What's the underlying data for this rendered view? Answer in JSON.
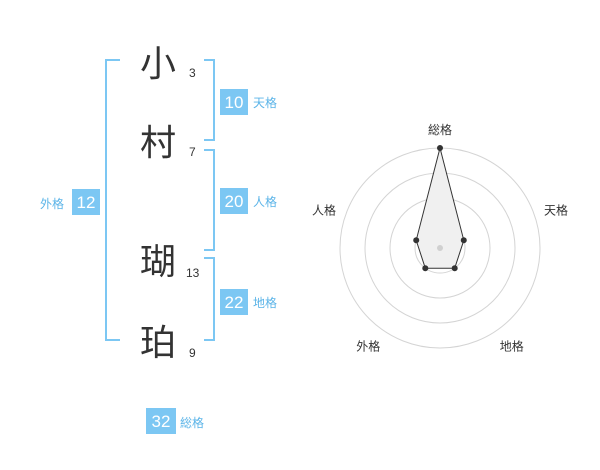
{
  "name": {
    "characters": [
      {
        "char": "小",
        "strokes": "3"
      },
      {
        "char": "村",
        "strokes": "7"
      },
      {
        "char": "瑚",
        "strokes": "13"
      },
      {
        "char": "珀",
        "strokes": "9"
      }
    ]
  },
  "fortunes": {
    "tenkaku": {
      "value": "10",
      "label": "天格"
    },
    "jinkaku": {
      "value": "20",
      "label": "人格"
    },
    "chikaku": {
      "value": "22",
      "label": "地格"
    },
    "gaikaku": {
      "value": "12",
      "label": "外格"
    },
    "soukaku": {
      "value": "32",
      "label": "総格"
    }
  },
  "colors": {
    "bracket": "#7cc7f3",
    "badge": "#7cc7f3",
    "badge_label": "#5bb4e8",
    "ring": "#d4d4d4",
    "polygon_fill": "#f0f0f0",
    "polygon_stroke": "#333333",
    "text": "#333333"
  },
  "chart_data": {
    "type": "radar",
    "axes": [
      "総格",
      "天格",
      "地格",
      "外格",
      "人格"
    ],
    "values": [
      4,
      1,
      1,
      1,
      1
    ],
    "rmax": 4,
    "rings": 4
  }
}
